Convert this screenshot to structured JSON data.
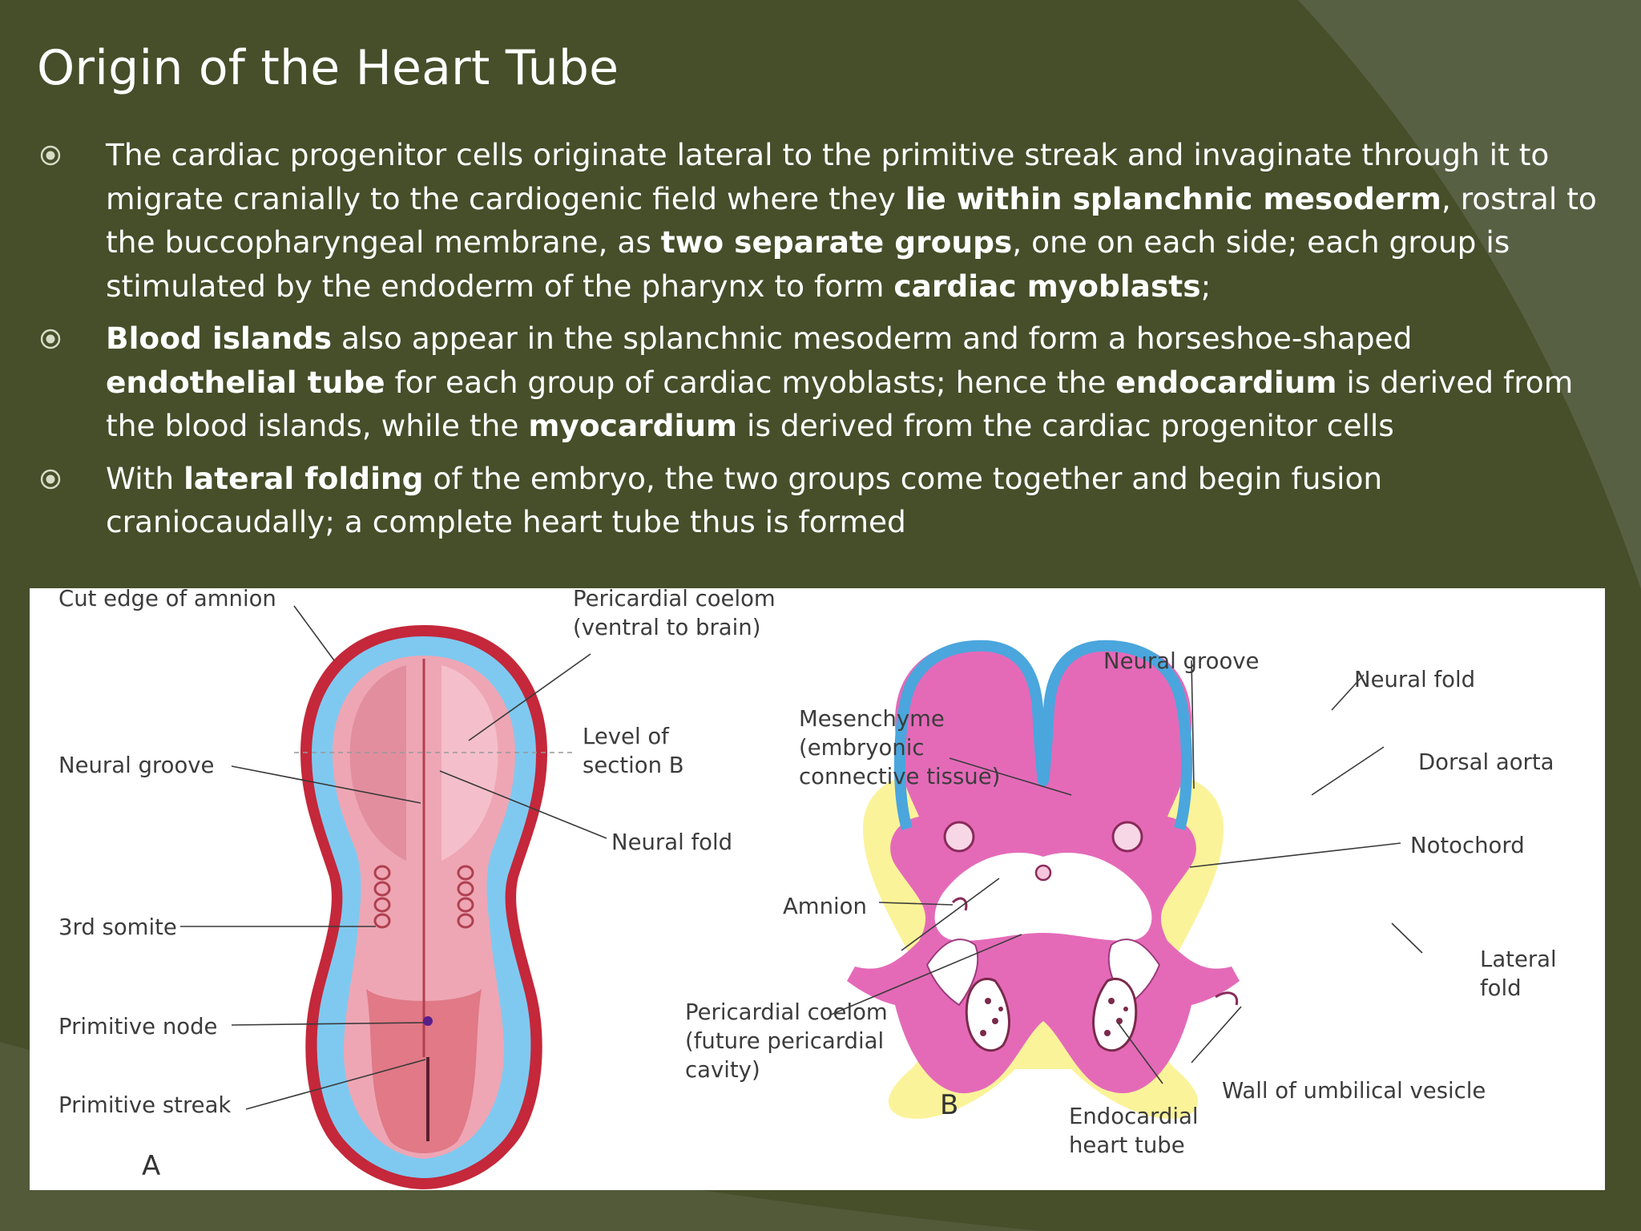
{
  "slide": {
    "title": "Origin of the Heart Tube",
    "colors": {
      "background": "#464e2a",
      "accent_shape": "#575f42",
      "text": "#ffffff"
    },
    "bullet_icon": "circled-dot-icon",
    "bullets": [
      {
        "segments": [
          {
            "text": "The cardiac progenitor cells originate lateral to the primitive streak and invaginate through it to migrate cranially to the cardiogenic field where they ",
            "bold": false
          },
          {
            "text": "lie within splanchnic mesoderm",
            "bold": true
          },
          {
            "text": ", rostral to the buccopharyngeal membrane, as ",
            "bold": false
          },
          {
            "text": "two separate groups",
            "bold": true
          },
          {
            "text": ", one on each side; each group is stimulated by the endoderm of the pharynx to form ",
            "bold": false
          },
          {
            "text": "cardiac myoblasts",
            "bold": true
          },
          {
            "text": ";",
            "bold": false
          }
        ]
      },
      {
        "segments": [
          {
            "text": "Blood islands",
            "bold": true
          },
          {
            "text": " also appear in the splanchnic mesoderm and form a horseshoe-shaped ",
            "bold": false
          },
          {
            "text": "endothelial tube",
            "bold": true
          },
          {
            "text": " for each group of cardiac myoblasts; hence the ",
            "bold": false
          },
          {
            "text": "endocardium",
            "bold": true
          },
          {
            "text": " is derived from the blood islands, while the ",
            "bold": false
          },
          {
            "text": "myocardium",
            "bold": true
          },
          {
            "text": " is derived from the cardiac progenitor cells",
            "bold": false
          }
        ]
      },
      {
        "segments": [
          {
            "text": "With ",
            "bold": false
          },
          {
            "text": "lateral folding",
            "bold": true
          },
          {
            "text": " of the embryo, the two groups come together and begin fusion craniocaudally; a complete heart tube thus is formed",
            "bold": false
          }
        ]
      }
    ]
  },
  "figure": {
    "panel_a": {
      "letter": "A",
      "labels": {
        "cut_edge_amnion": "Cut edge of amnion",
        "pericardial_coelom_1": "Pericardial coelom",
        "pericardial_coelom_2": "(ventral to brain)",
        "level_section_1": "Level of",
        "level_section_2": "section B",
        "neural_groove": "Neural groove",
        "neural_fold": "Neural fold",
        "third_somite": "3rd somite",
        "primitive_node": "Primitive node",
        "primitive_streak": "Primitive streak"
      }
    },
    "panel_b": {
      "letter": "B",
      "labels": {
        "neural_groove": "Neural groove",
        "neural_fold": "Neural fold",
        "mesenchyme_1": "Mesenchyme",
        "mesenchyme_2": "(embryonic",
        "mesenchyme_3": "connective tissue)",
        "dorsal_aorta": "Dorsal aorta",
        "notochord": "Notochord",
        "amnion": "Amnion",
        "lateral_fold_1": "Lateral",
        "lateral_fold_2": "fold",
        "pericardial_coelom_1": "Pericardial coelom",
        "pericardial_coelom_2": "(future pericardial",
        "pericardial_coelom_3": "cavity)",
        "wall_umbilical_vesicle": "Wall of umbilical vesicle",
        "endocardial_1": "Endocardial",
        "endocardial_2": "heart tube"
      }
    }
  }
}
